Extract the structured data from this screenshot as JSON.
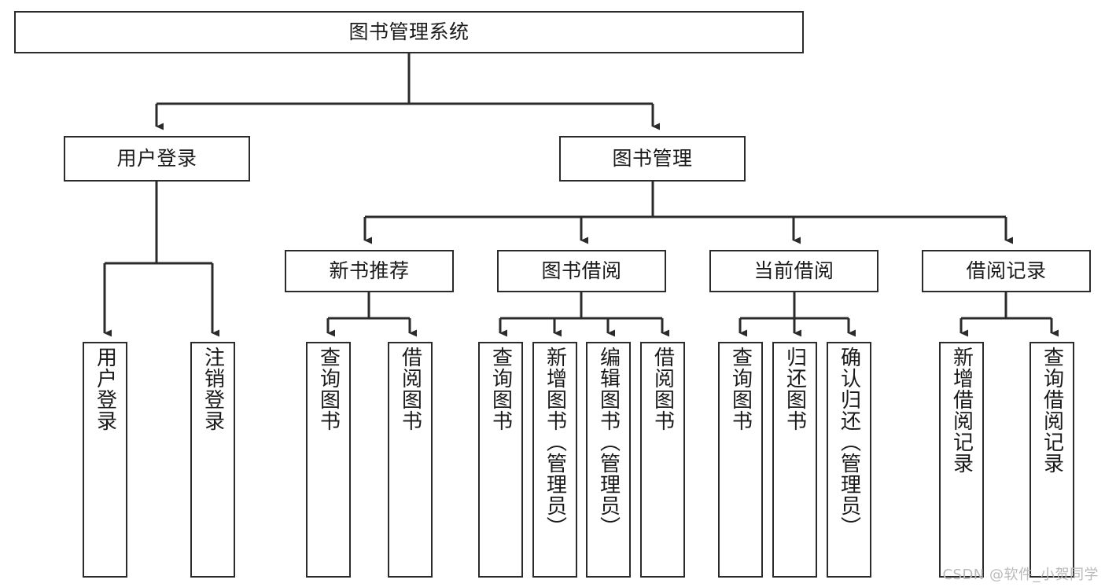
{
  "diagram": {
    "title": "图书管理系统",
    "type": "hierarchy-tree",
    "root": {
      "id": "root",
      "label": "图书管理系统"
    },
    "level2": [
      {
        "id": "user-login",
        "label": "用户登录"
      },
      {
        "id": "book-manage",
        "label": "图书管理"
      }
    ],
    "level3": [
      {
        "id": "new-book-recommend",
        "label": "新书推荐"
      },
      {
        "id": "book-borrow",
        "label": "图书借阅"
      },
      {
        "id": "current-borrow",
        "label": "当前借阅"
      },
      {
        "id": "borrow-record",
        "label": "借阅记录"
      }
    ],
    "leaves": {
      "user_login": [
        {
          "id": "leaf-user-login",
          "label": "用户登录"
        },
        {
          "id": "leaf-logout-login",
          "label": "注销登录"
        }
      ],
      "new_book_recommend": [
        {
          "id": "leaf-query-book-1",
          "label": "查询图书"
        },
        {
          "id": "leaf-borrow-book-1",
          "label": "借阅图书"
        }
      ],
      "book_borrow": [
        {
          "id": "leaf-query-book-2",
          "label": "查询图书"
        },
        {
          "id": "leaf-add-book",
          "label": "新增图书（管理员）"
        },
        {
          "id": "leaf-edit-book",
          "label": "编辑图书（管理员）"
        },
        {
          "id": "leaf-borrow-book-2",
          "label": "借阅图书"
        }
      ],
      "current_borrow": [
        {
          "id": "leaf-query-book-3",
          "label": "查询图书"
        },
        {
          "id": "leaf-return-book",
          "label": "归还图书"
        },
        {
          "id": "leaf-confirm-return",
          "label": "确认归还（管理员）"
        }
      ],
      "borrow_record": [
        {
          "id": "leaf-add-borrow-record",
          "label": "新增借阅记录"
        },
        {
          "id": "leaf-query-borrow-record",
          "label": "查询借阅记录"
        }
      ]
    }
  },
  "watermark": {
    "text": "CSDN @软件_小贺同学"
  },
  "colors": {
    "stroke": "#2b2b2b",
    "fill": "#ffffff",
    "text": "#1a1a1a",
    "watermark": "#b9b9b9"
  }
}
